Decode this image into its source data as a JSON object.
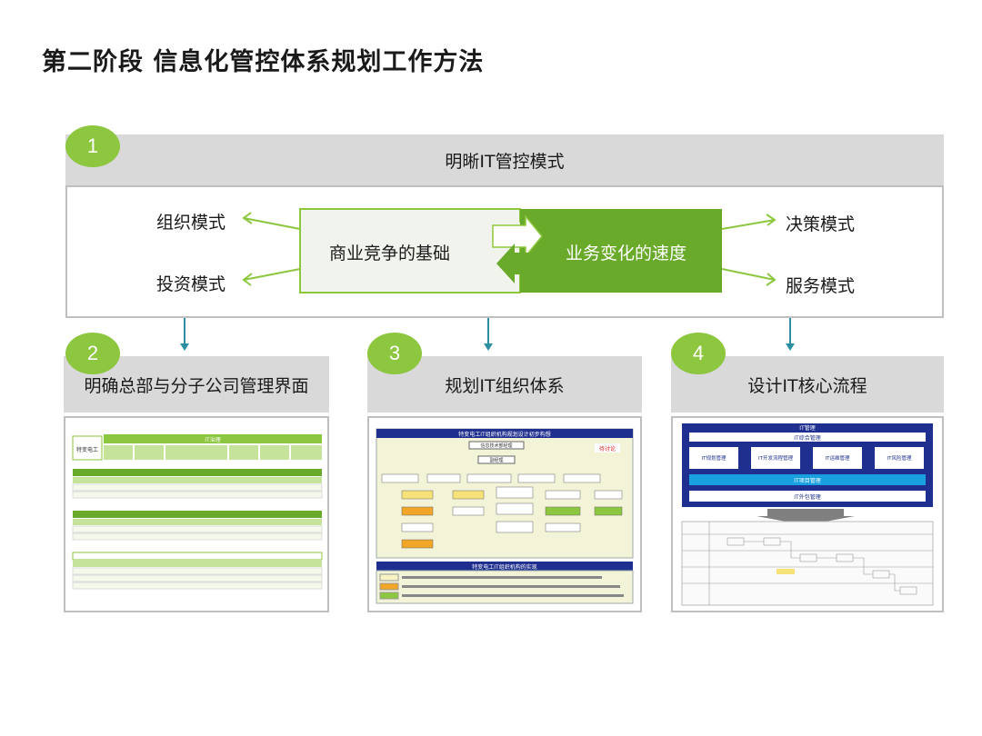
{
  "page_title": "第二阶段  信息化管控体系规划工作方法",
  "step1": {
    "number": "1",
    "title": "明晰IT管控模式",
    "left_top": "组织模式",
    "left_bottom": "投资模式",
    "right_top": "决策模式",
    "right_bottom": "服务模式",
    "center_left": "商业竞争的基础",
    "center_right": "业务变化的速度"
  },
  "step2": {
    "number": "2",
    "title": "明确总部与分子公司管理界面",
    "thumb": {
      "header": "IT治理",
      "brand": "特变电工"
    }
  },
  "step3": {
    "number": "3",
    "title": "规划IT组织体系",
    "thumb": {
      "header": "特变电工IT组织机构规划设计初步构想",
      "footer_header": "特变电工IT组织机构的实现",
      "top_box": "信息技术部经理",
      "second_box": "副经理",
      "badge": "待讨论"
    }
  },
  "step4": {
    "number": "4",
    "title": "设计IT核心流程",
    "thumb": {
      "top_label": "IT管理",
      "row1": "IT综合管理",
      "cols": [
        "IT规划管理",
        "IT开发流程管理",
        "IT运维管理",
        "IT风险管理"
      ],
      "row3": "IT项目管理",
      "row4": "IT外包管理"
    }
  },
  "colors": {
    "green": "#8dc63f",
    "dark_green": "#6aaa2a",
    "gray": "#d9d9d9",
    "teal": "#2a8fa0",
    "navy": "#1f2f8f"
  }
}
